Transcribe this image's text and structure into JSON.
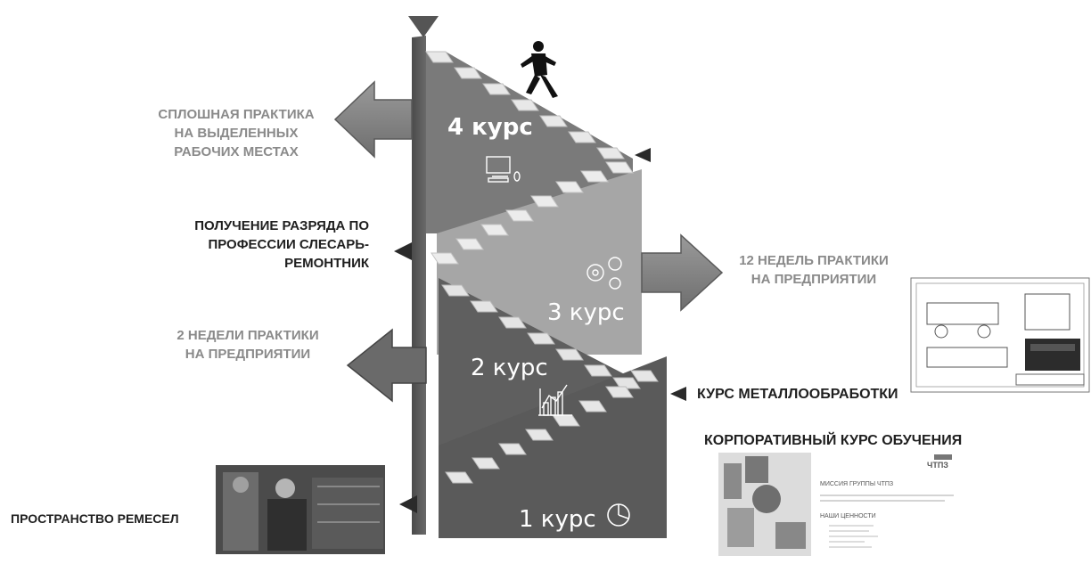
{
  "labels": {
    "continuous_practice": [
      "СПЛОШНАЯ ПРАКТИКА",
      "НА ВЫДЕЛЕННЫХ",
      "РАБОЧИХ МЕСТАХ"
    ],
    "rank_obtain": [
      "ПОЛУЧЕНИЕ РАЗРЯДА ПО",
      "ПРОФЕССИИ СЛЕСАРЬ-",
      "РЕМОНТНИК"
    ],
    "two_weeks": [
      "2 НЕДЕЛИ ПРАКТИКИ",
      "НА ПРЕДПРИЯТИИ"
    ],
    "crafts_space": "ПРОСТРАНСТВО  РЕМЕСЕЛ",
    "twelve_weeks": [
      "12 НЕДЕЛЬ ПРАКТИКИ",
      "НА ПРЕДПРИЯТИИ"
    ],
    "metalwork": "КУРС  МЕТАЛЛООБРАБОТКИ",
    "corporate": "КОРПОРАТИВНЫЙ КУРС ОБУЧЕНИЯ"
  },
  "courses": {
    "c4": "4 курс",
    "c3": "3 курс",
    "c2": "2 курс",
    "c1": "1 курс"
  },
  "doc": {
    "logo": "ЧТПЗ",
    "mission_title": "МИССИЯ ГРУППЫ ЧТПЗ",
    "values_title": "НАШИ ЦЕННОСТИ"
  },
  "icons": {
    "c4": "computer-mouse-icon",
    "c3": "gears-icon",
    "c2": "growth-chart-icon",
    "c1": "pie-chart-icon"
  },
  "colors": {
    "step_dark": "#5e5e5e",
    "step_mid": "#7d7d7d",
    "step_light": "#a3a3a3",
    "arrow_fill": "#8e8e8e",
    "marker": "#2a2a2a"
  }
}
